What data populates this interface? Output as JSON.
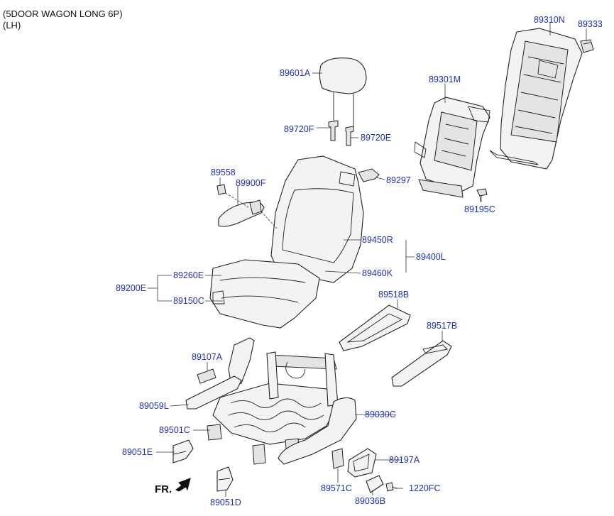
{
  "header": {
    "model_line": "(5DOOR WAGON LONG 6P)",
    "side_line": "(LH)"
  },
  "front_marker": "FR.",
  "part_numbers": {
    "p89310N": "89310N",
    "p89333": "89333",
    "p89601A": "89601A",
    "p89301M": "89301M",
    "p89720F": "89720F",
    "p89720E": "89720E",
    "p89558": "89558",
    "p89900F": "89900F",
    "p89297": "89297",
    "p89195C": "89195C",
    "p89450R": "89450R",
    "p89400L": "89400L",
    "p89460K": "89460K",
    "p89260E": "89260E",
    "p89200E": "89200E",
    "p89150C": "89150C",
    "p89518B": "89518B",
    "p89517B": "89517B",
    "p89107A": "89107A",
    "p89059L": "89059L",
    "p89030C": "89030C",
    "p89501C": "89501C",
    "p89051E": "89051E",
    "p89197A": "89197A",
    "p89571C": "89571C",
    "p1220FC": "1220FC",
    "p89036B": "89036B",
    "p89051D": "89051D"
  },
  "colors": {
    "label": "#1f2fb8",
    "line": "#222222"
  }
}
